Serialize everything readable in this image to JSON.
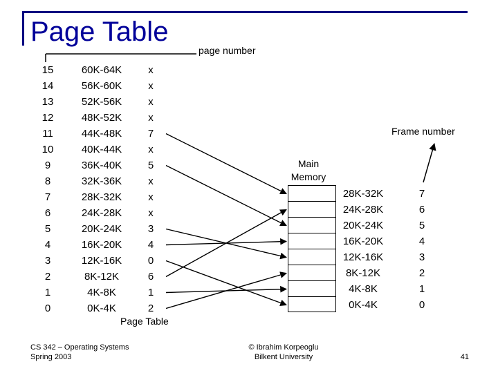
{
  "title": "Page Table",
  "labels": {
    "page_number": "page number",
    "frame_number": "Frame number",
    "main_memory": "Main\nMemory",
    "page_table_caption": "Page Table"
  },
  "page_table": [
    {
      "page": "15",
      "range": "60K-64K",
      "frame": "x"
    },
    {
      "page": "14",
      "range": "56K-60K",
      "frame": "x"
    },
    {
      "page": "13",
      "range": "52K-56K",
      "frame": "x"
    },
    {
      "page": "12",
      "range": "48K-52K",
      "frame": "x"
    },
    {
      "page": "11",
      "range": "44K-48K",
      "frame": "7"
    },
    {
      "page": "10",
      "range": "40K-44K",
      "frame": "x"
    },
    {
      "page": "9",
      "range": "36K-40K",
      "frame": "5"
    },
    {
      "page": "8",
      "range": "32K-36K",
      "frame": "x"
    },
    {
      "page": "7",
      "range": "28K-32K",
      "frame": "x"
    },
    {
      "page": "6",
      "range": "24K-28K",
      "frame": "x"
    },
    {
      "page": "5",
      "range": "20K-24K",
      "frame": "3"
    },
    {
      "page": "4",
      "range": "16K-20K",
      "frame": "4"
    },
    {
      "page": "3",
      "range": "12K-16K",
      "frame": "0"
    },
    {
      "page": "2",
      "range": "8K-12K",
      "frame": "6"
    },
    {
      "page": "1",
      "range": "4K-8K",
      "frame": "1"
    },
    {
      "page": "0",
      "range": "0K-4K",
      "frame": "2"
    }
  ],
  "main_memory": [
    {
      "range": "28K-32K",
      "frame": "7"
    },
    {
      "range": "24K-28K",
      "frame": "6"
    },
    {
      "range": "20K-24K",
      "frame": "5"
    },
    {
      "range": "16K-20K",
      "frame": "4"
    },
    {
      "range": "12K-16K",
      "frame": "3"
    },
    {
      "range": "8K-12K",
      "frame": "2"
    },
    {
      "range": "4K-8K",
      "frame": "1"
    },
    {
      "range": "0K-4K",
      "frame": "0"
    }
  ],
  "footer": {
    "course": "CS 342 – Operating Systems",
    "term": "Spring 2003",
    "author": "© Ibrahim Korpeoglu",
    "institution": "Bilkent University",
    "page_number": "41"
  },
  "colors": {
    "title": "#000099",
    "rule": "#000080"
  }
}
